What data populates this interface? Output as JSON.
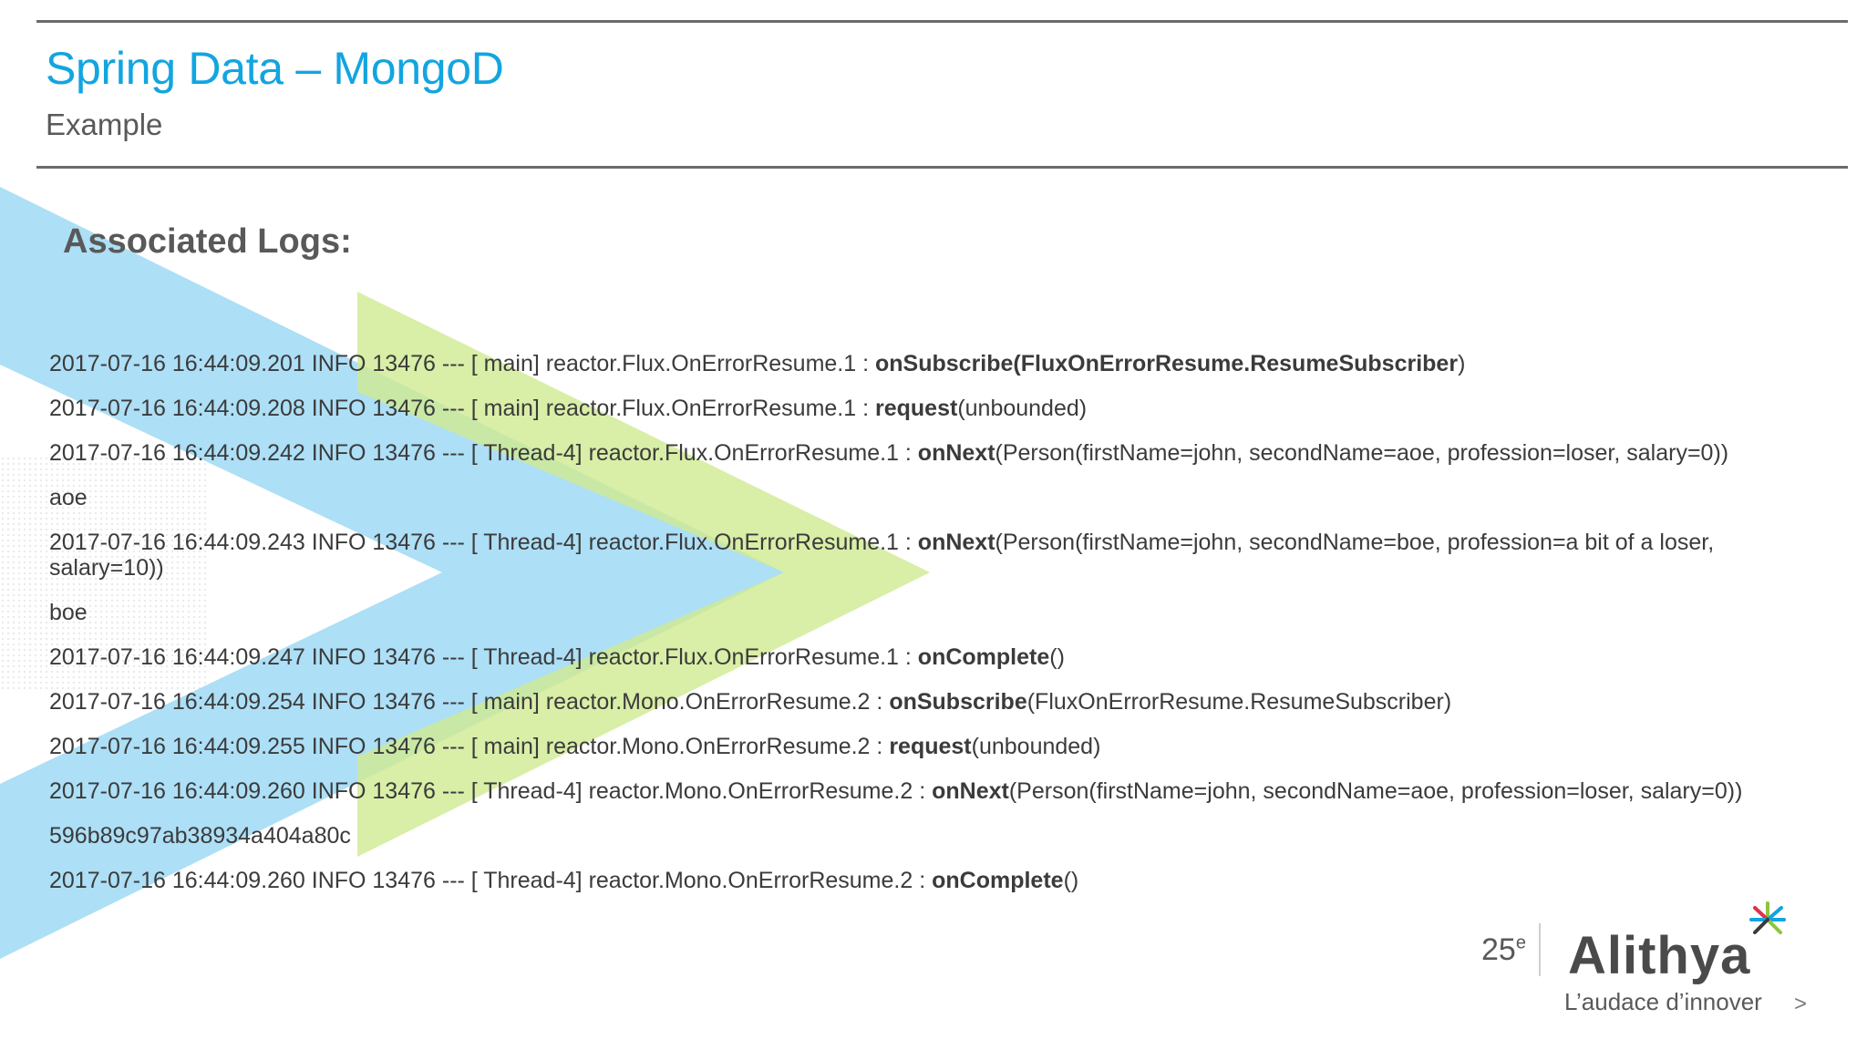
{
  "slide": {
    "title": "Spring Data – MongoD",
    "subtitle": "Example",
    "section_heading": "Associated Logs:"
  },
  "logs": [
    {
      "prefix": "2017-07-16 16:44:09.201 INFO 13476 --- [ main] reactor.Flux.OnErrorResume.1 : ",
      "method": "onSubscribe(FluxOnErrorResume.ResumeSubscriber",
      "suffix": ")"
    },
    {
      "prefix": "2017-07-16 16:44:09.208 INFO 13476 --- [ main] reactor.Flux.OnErrorResume.1 : ",
      "method": "request",
      "suffix": "(unbounded)"
    },
    {
      "prefix": "2017-07-16 16:44:09.242 INFO 13476 --- [ Thread-4] reactor.Flux.OnErrorResume.1 : ",
      "method": "onNext",
      "suffix": "(Person(firstName=john, secondName=aoe, profession=loser, salary=0))"
    },
    {
      "prefix": "aoe",
      "method": "",
      "suffix": ""
    },
    {
      "prefix": "2017-07-16 16:44:09.243 INFO 13476 --- [ Thread-4] reactor.Flux.OnErrorResume.1 : ",
      "method": "onNext",
      "suffix": "(Person(firstName=john, secondName=boe, profession=a bit of a loser, salary=10))"
    },
    {
      "prefix": "boe",
      "method": "",
      "suffix": ""
    },
    {
      "prefix": "2017-07-16 16:44:09.247 INFO 13476 --- [ Thread-4] reactor.Flux.OnErrorResume.1 : ",
      "method": "onComplete",
      "suffix": "()"
    },
    {
      "prefix": "2017-07-16 16:44:09.254 INFO 13476 --- [ main] reactor.Mono.OnErrorResume.2 : ",
      "method": "onSubscribe",
      "suffix": "(FluxOnErrorResume.ResumeSubscriber)"
    },
    {
      "prefix": "2017-07-16 16:44:09.255 INFO 13476 --- [ main] reactor.Mono.OnErrorResume.2 : ",
      "method": "request",
      "suffix": "(unbounded)"
    },
    {
      "prefix": "2017-07-16 16:44:09.260 INFO 13476 --- [ Thread-4] reactor.Mono.OnErrorResume.2 : ",
      "method": "onNext",
      "suffix": "(Person(firstName=john, secondName=aoe, profession=loser, salary=0))"
    },
    {
      "prefix": "596b89c97ab38934a404a80c",
      "method": "",
      "suffix": ""
    },
    {
      "prefix": "2017-07-16 16:44:09.260 INFO 13476 --- [ Thread-4] reactor.Mono.OnErrorResume.2 : ",
      "method": "onComplete",
      "suffix": "()"
    }
  ],
  "brand": {
    "anniversary": "25",
    "anniversary_sup": "e",
    "logo_text": "Alithya",
    "tagline": "L’audace d’innover"
  },
  "nav": {
    "next_label": ">"
  },
  "colors": {
    "title": "#12a5e0",
    "blue_chevron": "#a8dcf5",
    "green_chevron": "#d4ec9f",
    "text": "#3b3b3b"
  }
}
